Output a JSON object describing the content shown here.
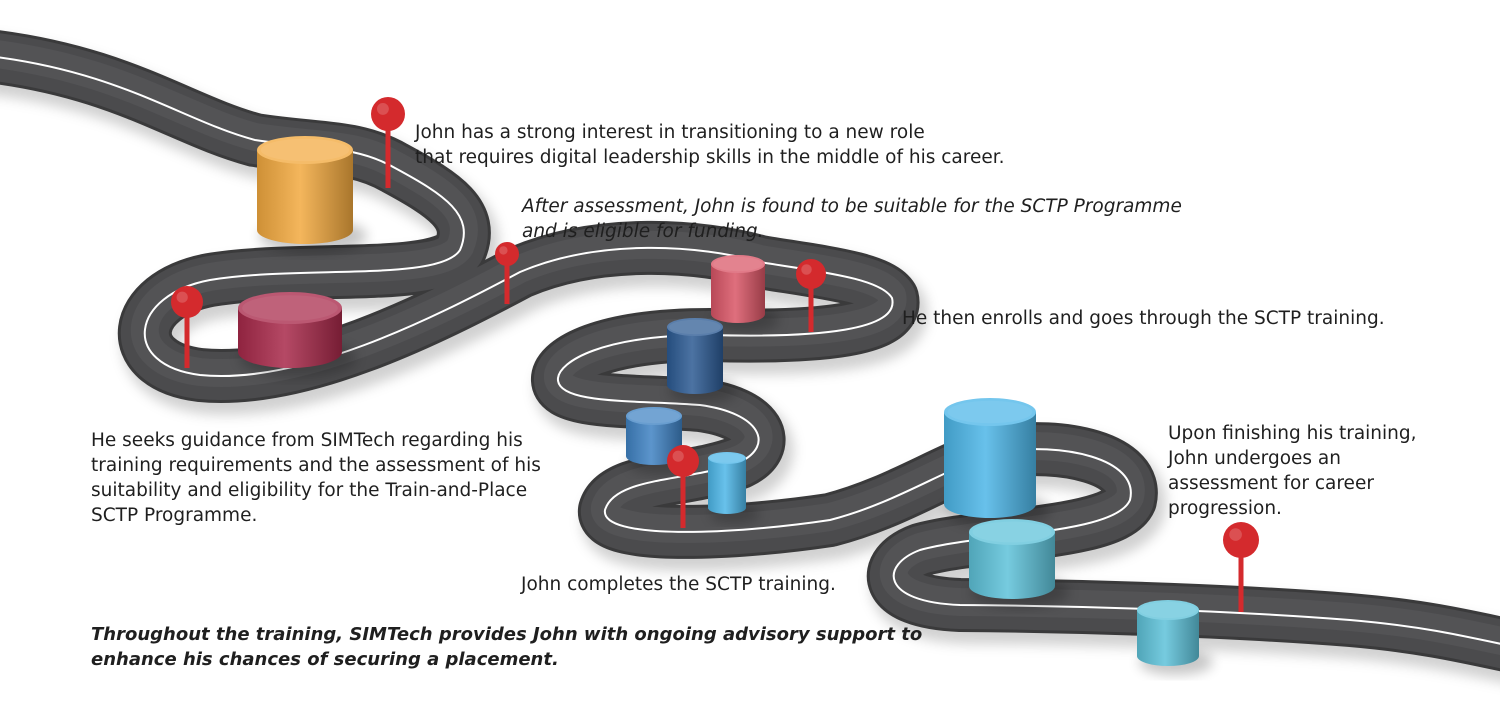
{
  "steps": {
    "s1": {
      "line1": "John has a strong interest in transitioning to a new role",
      "line2": "that requires digital leadership skills in the middle of his career."
    },
    "s2": {
      "line1": "He seeks guidance from SIMTech regarding his",
      "line2": "training requirements and the assessment of his",
      "line3": "suitability and eligibility for the Train-and-Place",
      "line4": "SCTP Programme."
    },
    "s3": {
      "line1": "After assessment, John is found to be suitable for the SCTP Programme",
      "line2": "and is eligible for funding."
    },
    "s4": {
      "line1": "He then enrolls and goes through the SCTP training."
    },
    "s5": {
      "line1": "John completes the SCTP training."
    },
    "s6": {
      "line1": "Upon finishing his training,",
      "line2": "John undergoes an",
      "line3": "assessment for career",
      "line4": "progression."
    },
    "note": {
      "line1": "Throughout the training, SIMTech provides John with ongoing advisory support to",
      "line2": "enhance his chances of securing a placement."
    }
  },
  "colors": {
    "road": "#4b4b4d",
    "road_edge": "#3a3a3b",
    "lane_line": "#ffffff",
    "pin": "#d42a2d",
    "cyl_orange": "#f2a93f",
    "cyl_maroon": "#a8294a",
    "cyl_pink": "#d95566",
    "cyl_navy": "#2c5a93",
    "cyl_blue": "#3f82c3",
    "cyl_sky": "#4db6e8",
    "cyl_teal": "#5ec2d9"
  }
}
